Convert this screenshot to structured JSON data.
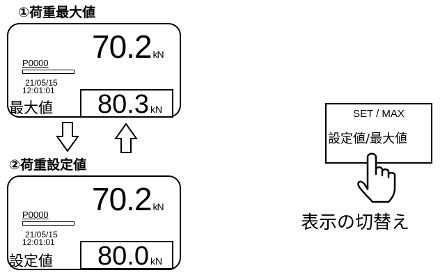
{
  "max_section": {
    "title": "①荷重最大値",
    "load": "70.2",
    "load_unit": "kN",
    "program": "P0000",
    "date": "21/05/15",
    "time": "12:01:01",
    "mode_label": "最大値",
    "value": "80.3",
    "value_unit": "kN"
  },
  "set_section": {
    "title": "②荷重設定値",
    "load": "70.2",
    "load_unit": "kN",
    "program": "P0000",
    "date": "21/05/15",
    "time": "12:01:01",
    "mode_label": "設定値",
    "value": "80.0",
    "value_unit": "kN"
  },
  "set_max_button": {
    "title": "SET / MAX",
    "label": "設定値/最大値"
  },
  "caption": "表示の切替え",
  "icons": {
    "down_arrow": "down-arrow-icon",
    "up_arrow": "up-arrow-icon",
    "pointer": "hand-pointer-icon"
  }
}
